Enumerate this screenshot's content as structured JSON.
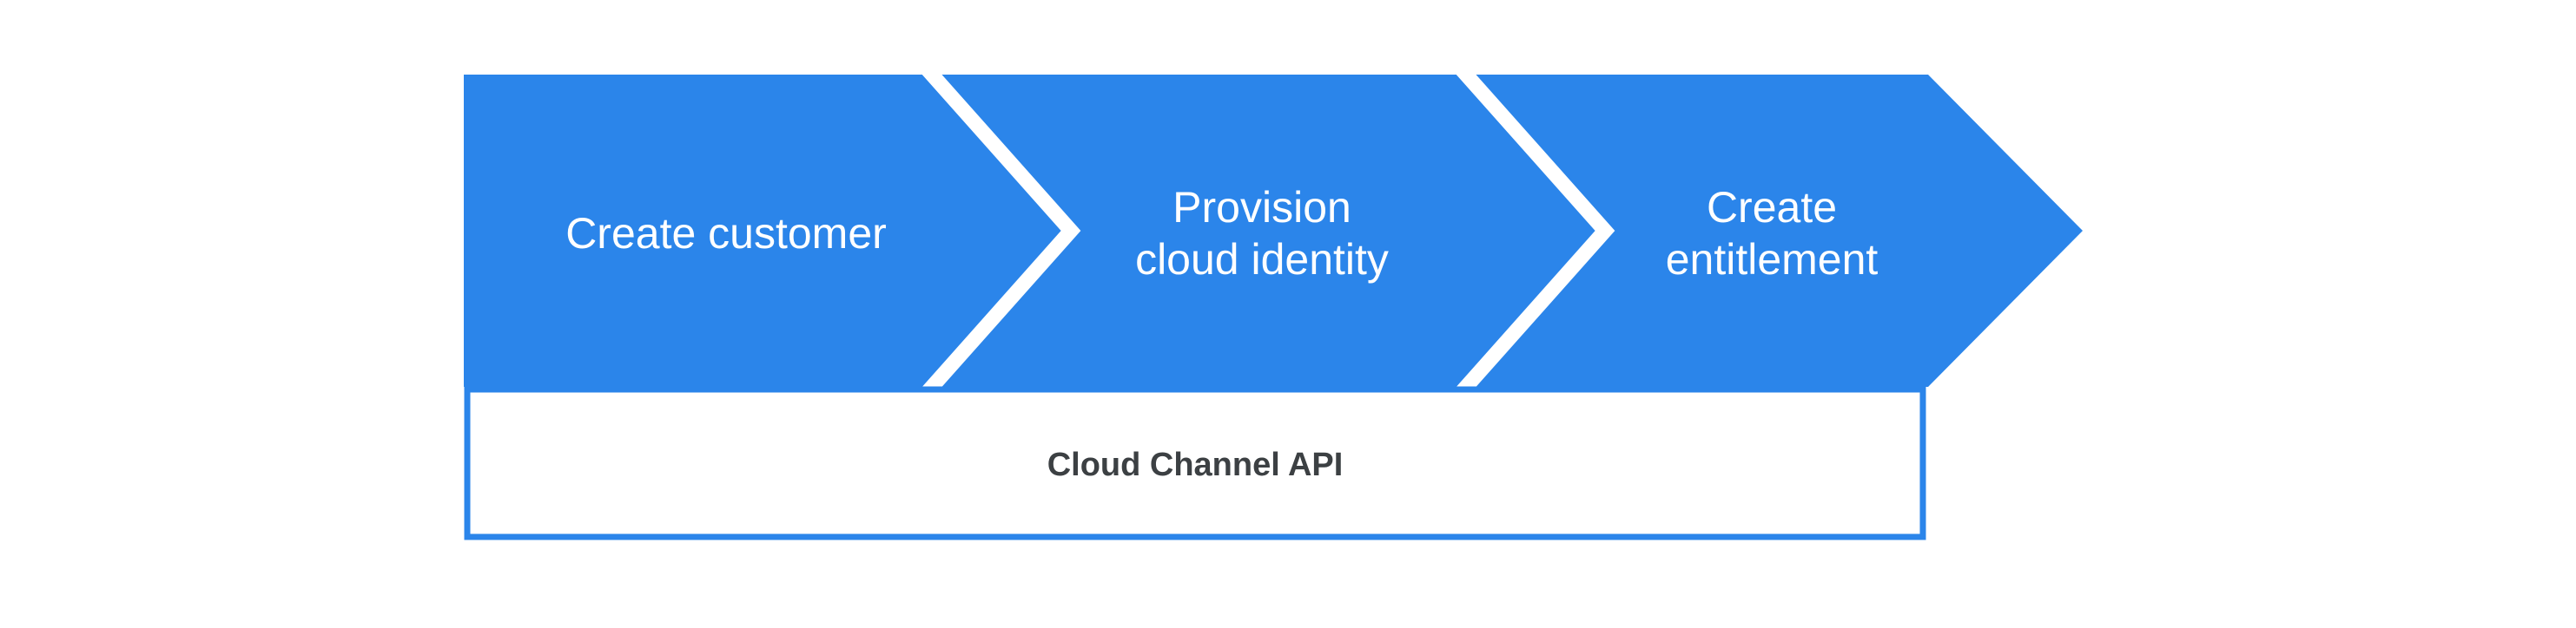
{
  "diagram": {
    "steps": [
      {
        "label": "Create customer",
        "lines": [
          "Create customer"
        ]
      },
      {
        "label": "Provision cloud identity",
        "lines": [
          "Provision",
          "cloud identity"
        ]
      },
      {
        "label": "Create entitlement",
        "lines": [
          "Create",
          "entitlement"
        ]
      }
    ],
    "platform_label": "Cloud Channel API",
    "colors": {
      "arrow_fill": "#2b85ea",
      "separator": "#ffffff",
      "box_border": "#2b85ea",
      "box_fill": "#ffffff",
      "step_text": "#ffffff",
      "platform_text": "#3c4043",
      "background": "#ffffff"
    }
  }
}
